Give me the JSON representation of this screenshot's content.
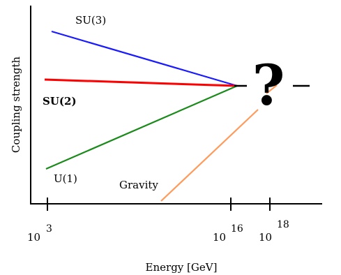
{
  "chart_data": {
    "type": "line",
    "xlabel": "Energy [GeV]",
    "ylabel": "Coupling strength",
    "x_ticks": [
      {
        "base": "10",
        "exp": "3"
      },
      {
        "base": "10",
        "exp": "16"
      },
      {
        "base": "10",
        "exp": "18"
      }
    ],
    "series": [
      {
        "name": "SU(3)",
        "color": "#1a1aff"
      },
      {
        "name": "SU(2)",
        "color": "#ff0000"
      },
      {
        "name": "U(1)",
        "color": "#1a8a1a"
      },
      {
        "name": "Gravity",
        "color": "#ff9a5a"
      }
    ],
    "annotation": "?"
  }
}
